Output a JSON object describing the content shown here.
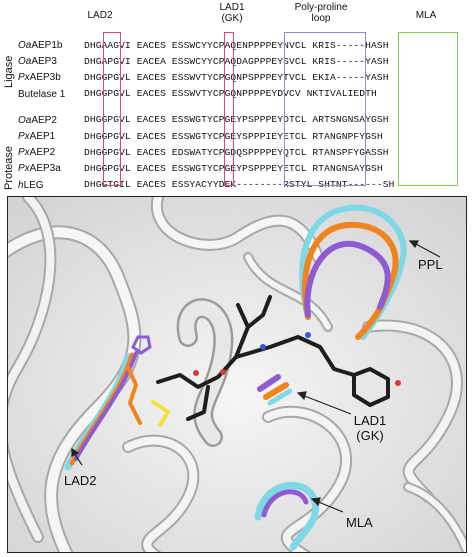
{
  "headers": {
    "lad2": "LAD2",
    "lad1_line1": "LAD1",
    "lad1_line2": "(GK)",
    "ppl_line1": "Poly-proline",
    "ppl_line2": "loop",
    "mla": "MLA"
  },
  "groups": {
    "ligase": "Ligase",
    "protease": "Protease"
  },
  "rows": [
    {
      "prefix": "Oa",
      "name": "AEP1b",
      "seq": "DHGAAGVI EACES ESSWCYYCPAQENPPPPEYNVCL KRIS-----HASH"
    },
    {
      "prefix": "Oa",
      "name": "AEP3",
      "seq": "DHGAPGVI EACEA ESSWCYYCPAQDAGPPPEYSVCL KRIS-----YASH"
    },
    {
      "prefix": "Px",
      "name": "AEP3b",
      "seq": "DHGGPGVL EACES ESSWVTYCPGQNPSPPPEYTVCL EKIA-----YASH"
    },
    {
      "prefix": "",
      "name": "Butelase 1",
      "seq": "DHGGPGVL EACES ESSWVTYCPGQNPPPPEYDVCV NKTIVALIEDTH"
    },
    {
      "prefix": "Oa",
      "name": "AEP2",
      "seq": "DHGGPGVL EACES ESSWGTYCPGEYPSPPPEYDTCL ARTSNGNSAYGSH"
    },
    {
      "prefix": "Px",
      "name": "AEP1",
      "seq": "DHGGPGVL EACES ESSWGTYCPGEYSPPPIEYETCL RTANGNPFYGSH"
    },
    {
      "prefix": "Px",
      "name": "AEP2",
      "seq": "DHGGPGVL EACES EDSWATYCPGDQSPPPPEYQTCL RTANSPFYGASSH"
    },
    {
      "prefix": "Px",
      "name": "AEP3a",
      "seq": "DHGGPGVL EACES ESSWGTYCPGEYPSPPPEYETCL RTANGNSAYGSH"
    },
    {
      "prefix": "h",
      "name": "LEG",
      "seq": "DHGGTGIL EACES ESSYACYYDEK--------RSTYL SHTNT------SH"
    }
  ],
  "structure_labels": {
    "ppl": "PPL",
    "lad1_line1": "LAD1",
    "lad1_line2": "(GK)",
    "lad2": "LAD2",
    "mla": "MLA"
  },
  "colors": {
    "lad2_box": "#e0457a",
    "lad1_box": "#e0457a",
    "ppl_box": "#8a8ad8",
    "mla_box": "#7fd04a",
    "orange": "#f0841e",
    "cyan": "#7fd8e6",
    "purple": "#8f5bd0",
    "ligand": "#1e1e1e",
    "ribbon": "#f4f4f4",
    "ribbon_edge": "#a8a8a8"
  }
}
